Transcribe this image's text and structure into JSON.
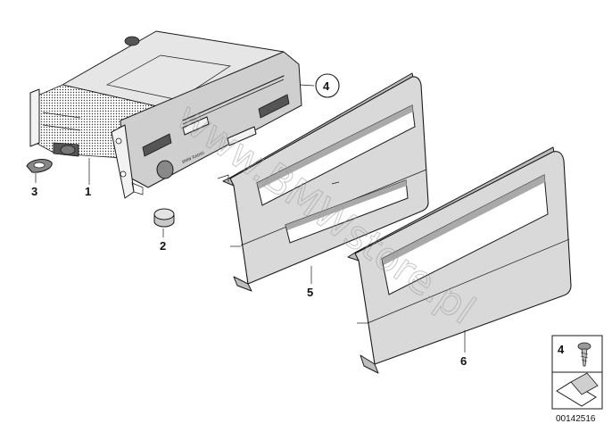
{
  "diagram": {
    "callouts": [
      "1",
      "2",
      "3",
      "4",
      "5",
      "6"
    ],
    "watermark": "www.BMWstore.pl",
    "legend": {
      "label": "4"
    },
    "document_number": "00142516",
    "unit_label": "BMW RADIO"
  }
}
